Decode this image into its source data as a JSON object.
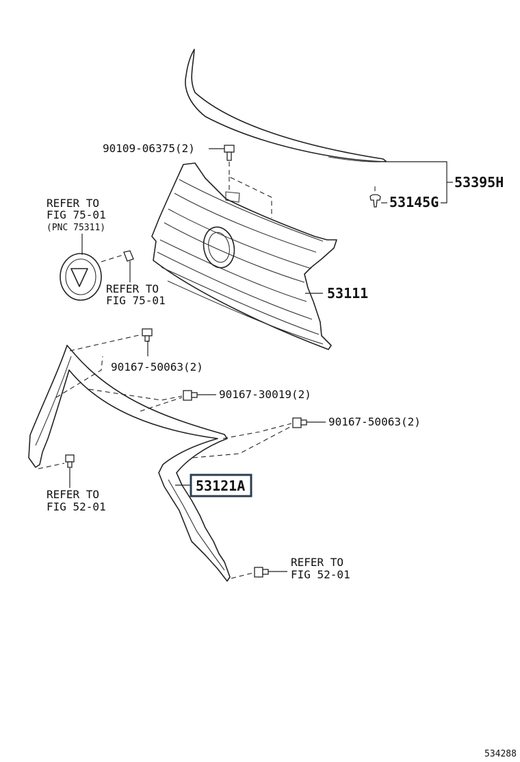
{
  "parts": {
    "bolt_top": "90109-06375(2)",
    "molding": "53395H",
    "clip": "53145G",
    "grille": "53111",
    "bolt_left": "90167-50063(2)",
    "bolt_mid": "90167-30019(2)",
    "bolt_right": "90167-50063(2)",
    "frame": "53121A"
  },
  "refs": {
    "emblem_l1": "REFER TO",
    "emblem_l2": "FIG 75-01",
    "emblem_l3": "(PNC 75311)",
    "fig75_l1": "REFER TO",
    "fig75_l2": "FIG 75-01",
    "fig52a_l1": "REFER TO",
    "fig52a_l2": "FIG 52-01",
    "fig52b_l1": "REFER TO",
    "fig52b_l2": "FIG 52-01"
  },
  "diagram_id": "534288",
  "colors": {
    "line": "#222222",
    "highlight_border": "#2c3e4f",
    "background": "#ffffff"
  }
}
